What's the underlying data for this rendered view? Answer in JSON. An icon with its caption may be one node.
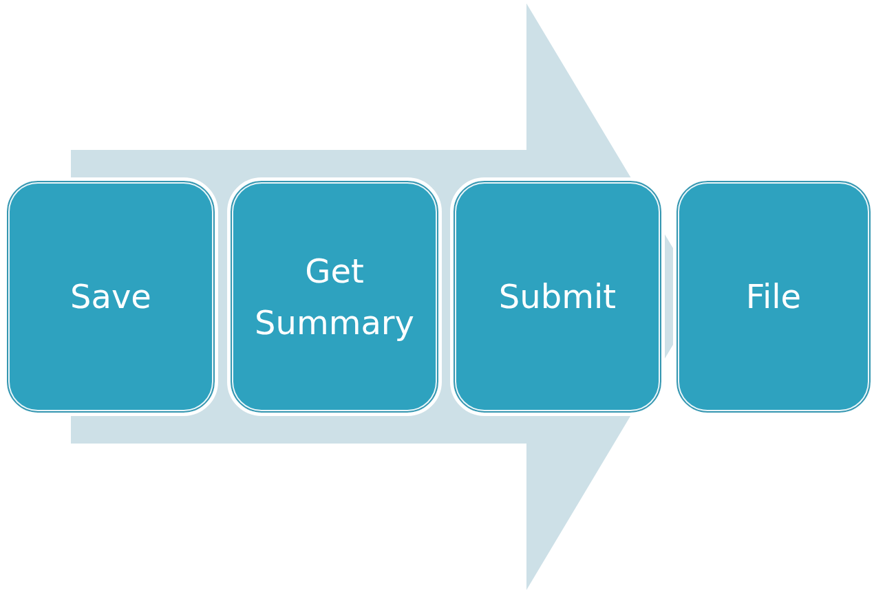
{
  "diagram": {
    "nodes": [
      {
        "text": [
          "Save"
        ]
      },
      {
        "text": [
          "Get Summary"
        ]
      },
      {
        "text": [
          "Submit"
        ]
      },
      {
        "text": [
          "File"
        ]
      }
    ],
    "edges": [
      {
        "from": 0,
        "to": 3,
        "arrow": "to"
      }
    ]
  }
}
